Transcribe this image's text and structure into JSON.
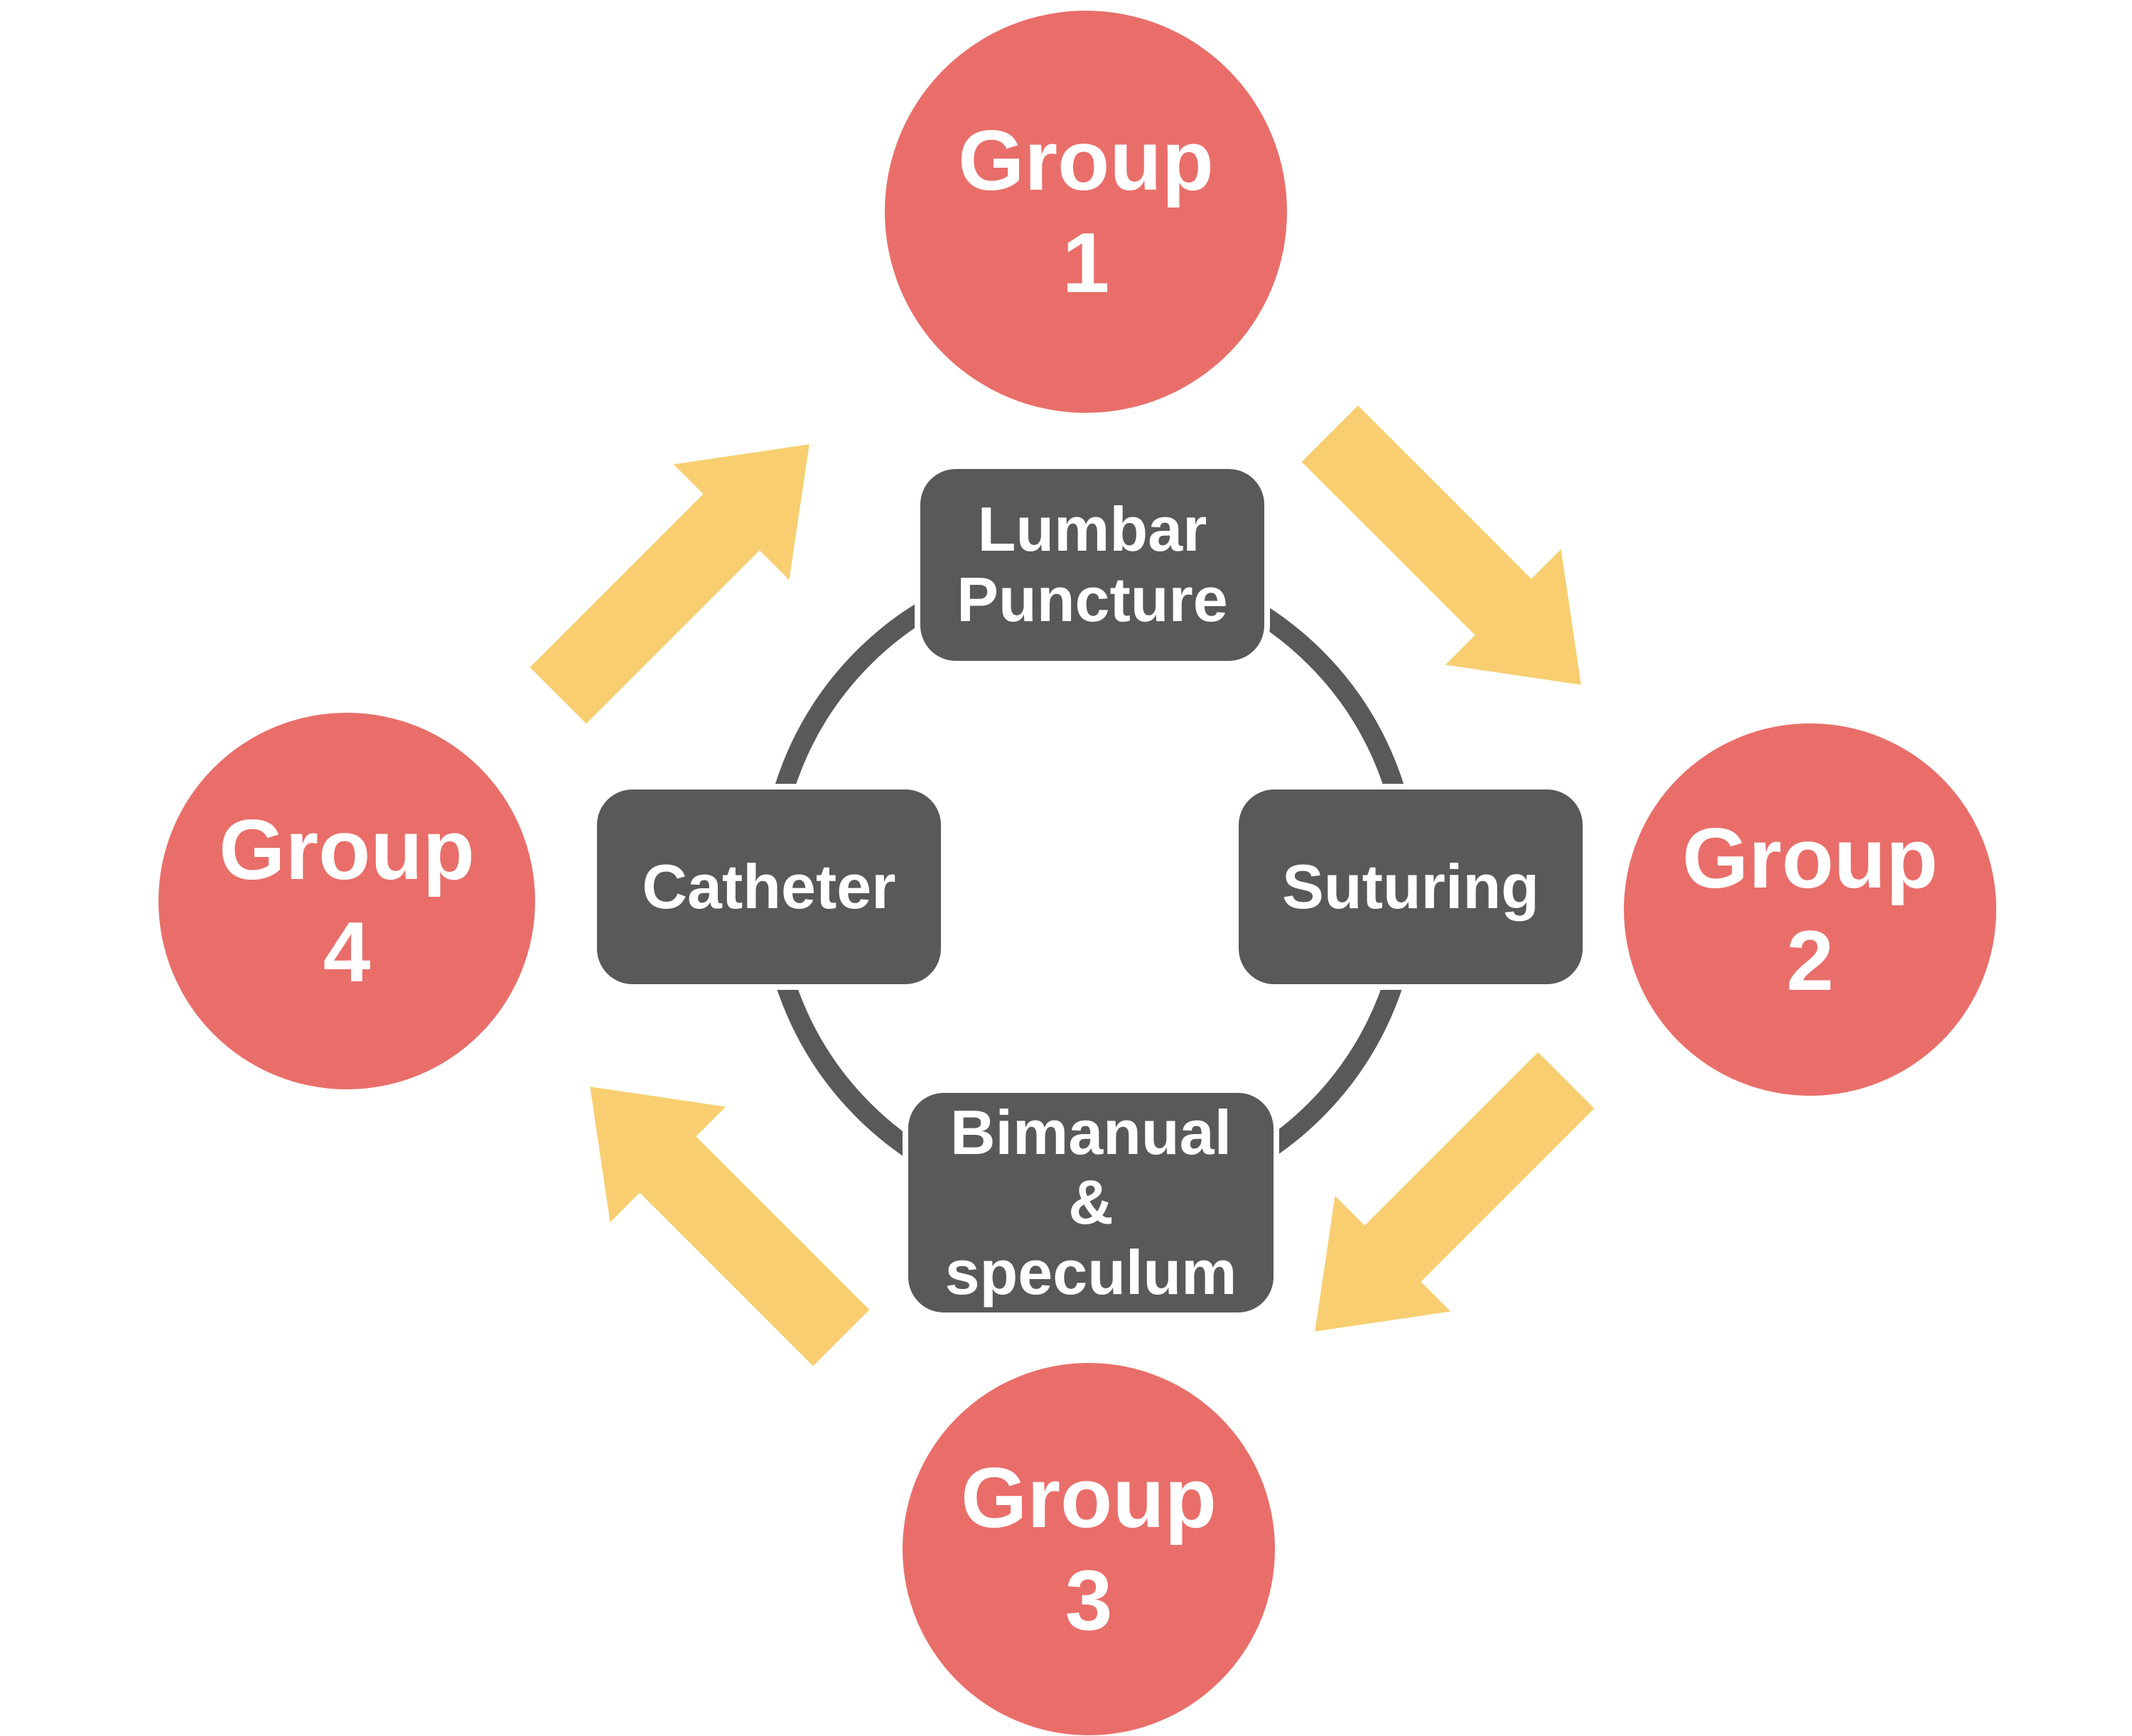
{
  "diagram": {
    "groups": [
      {
        "name": "Group 1",
        "line1": "Group",
        "line2": "1"
      },
      {
        "name": "Group 2",
        "line1": "Group",
        "line2": "2"
      },
      {
        "name": "Group 3",
        "line1": "Group",
        "line2": "3"
      },
      {
        "name": "Group 4",
        "line1": "Group",
        "line2": "4"
      }
    ],
    "stations": [
      {
        "name": "Lumbar Puncture",
        "line1": "Lumbar",
        "line2": "Puncture"
      },
      {
        "name": "Suturing",
        "line1": "Suturing"
      },
      {
        "name": "Bimanual & speculum",
        "line1": "Bimanual",
        "line2": "&",
        "line3": "speculum"
      },
      {
        "name": "Catheter",
        "line1": "Catheter"
      }
    ],
    "arrows": [
      {
        "name": "group-4-to-group-1",
        "direction": "up-right"
      },
      {
        "name": "group-1-to-group-2",
        "direction": "down-right"
      },
      {
        "name": "group-2-to-group-3",
        "direction": "down-left"
      },
      {
        "name": "group-3-to-group-4",
        "direction": "up-left"
      }
    ]
  },
  "colors": {
    "background": "#FFFFFF",
    "group_fill": "#E96E69",
    "station_fill": "#595959",
    "ring_stroke": "#595959",
    "arrow_fill": "#F8CE70",
    "label_text": "#FFFFFF"
  }
}
